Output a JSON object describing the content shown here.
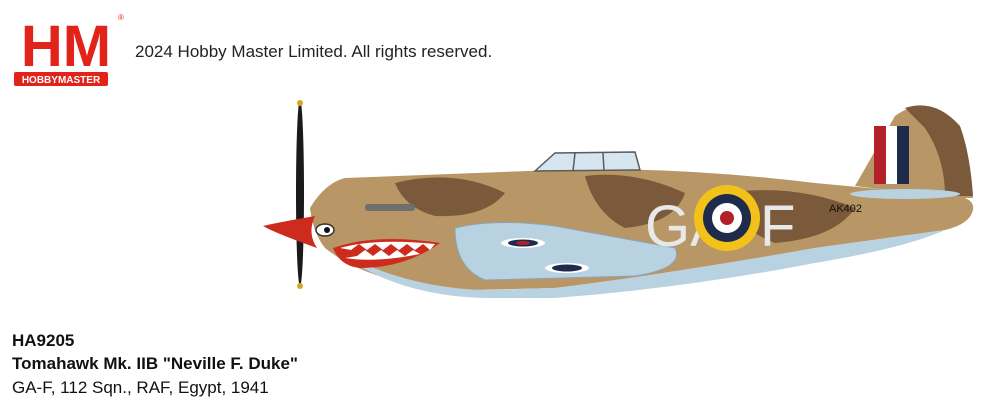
{
  "logo": {
    "mark": "HM",
    "wordmark": "HOBBYMASTER",
    "registered": "®",
    "color": "#e2231a"
  },
  "copyright": "2024 Hobby Master Limited. All rights reserved.",
  "aircraft": {
    "serial": "AK402",
    "codes_left": "GA",
    "codes_right": "F",
    "colors": {
      "sand": "#b89665",
      "brown": "#7a5a3a",
      "underside": "#b9d2e1",
      "spinner": "#cc2b1e",
      "roundel_yellow": "#f2c21b",
      "roundel_blue": "#1f2b4d",
      "roundel_red": "#b3202a"
    }
  },
  "caption": {
    "code": "HA9205",
    "title": "Tomahawk Mk. IIB \"Neville F. Duke\"",
    "subtitle": "GA-F, 112 Sqn., RAF, Egypt, 1941"
  }
}
